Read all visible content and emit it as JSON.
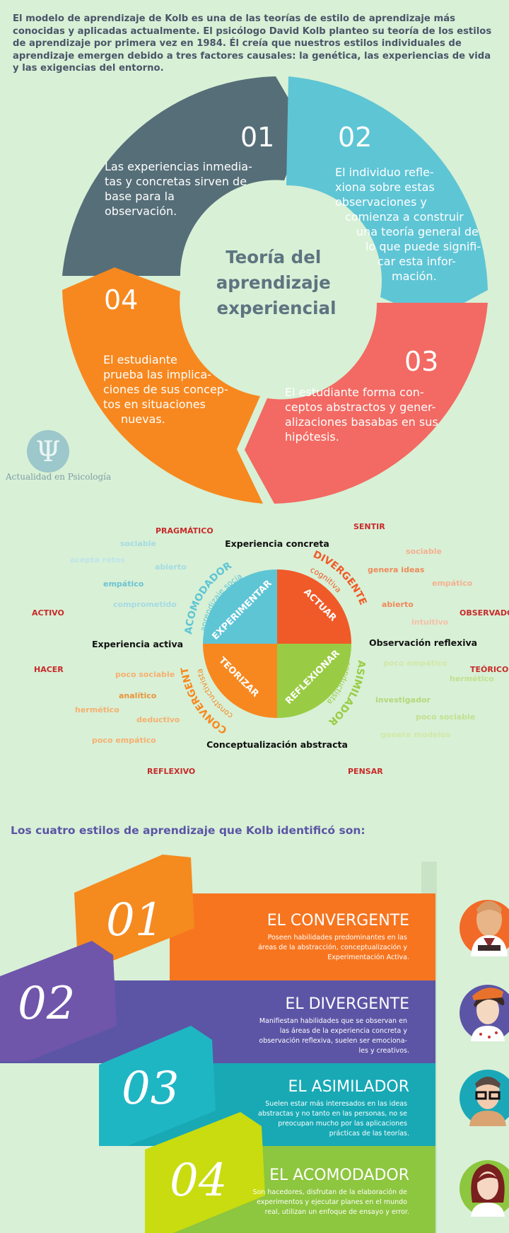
{
  "intro": "El modelo de aprendizaje de Kolb es una de las teorías de estilo de aprendizaje más conocidas y aplicadas actualmente.   El psicólogo David Kolb planteo su teoría de los estilos de aprendizaje por primera vez en 1984.   Él creía que nuestros estilos individuales de aprendizaje emergen debido a tres factores causales: la genética, las experiencias de vida y las exigencias del entorno.",
  "cycle": {
    "center_lines": [
      "Teoría del",
      "aprendizaje",
      "experiencial"
    ],
    "segments": [
      {
        "num": "01",
        "color": "#566e78",
        "lines": [
          "Las experiencias inmedia-",
          "tas y concretas sirven de",
          "base para la",
          "observación."
        ]
      },
      {
        "num": "02",
        "color": "#5ec5d5",
        "lines": [
          "El individuo refle-",
          "xiona sobre estas",
          "observaciones y",
          "comienza a construir",
          "una teoría general de",
          "lo que puede signifi-",
          "car esta infor-",
          "mación."
        ]
      },
      {
        "num": "03",
        "color": "#f26a63",
        "lines": [
          "El estudiante forma con-",
          "ceptos abstractos y gener-",
          "alizaciones basabas en sus",
          "hipótesis."
        ]
      },
      {
        "num": "04",
        "color": "#f7881f",
        "lines": [
          "El estudiante",
          "prueba las implica-",
          "ciones de sus concep-",
          "tos en situaciones",
          "nuevas."
        ]
      }
    ]
  },
  "logo": {
    "text": "Actualidad en Psicología"
  },
  "quadrant": {
    "axes": {
      "top": "Experiencia concreta",
      "right": "Observación reflexiva",
      "bottom": "Conceptualización abstracta",
      "left": "Experiencia activa"
    },
    "quadrants": [
      {
        "label": "EXPERIMENTAR",
        "color": "#5ec5d5"
      },
      {
        "label": "ACTUAR",
        "color": "#f05a28"
      },
      {
        "label": "REFLEXIONAR",
        "color": "#99cc44"
      },
      {
        "label": "TEORIZAR",
        "color": "#f7881f"
      }
    ],
    "styles": [
      {
        "name": "ACOMODADOR",
        "sub": "aprendizaje social",
        "color": "#5ec5d5"
      },
      {
        "name": "DIVERGENTE",
        "sub": "cognitiva",
        "color": "#f05a28"
      },
      {
        "name": "ASIMILADOR",
        "sub": "conductista",
        "color": "#99cc44"
      },
      {
        "name": "CONVERGENTE",
        "sub": "constructivista",
        "color": "#f7881f"
      }
    ],
    "words": {
      "pragmatico": "PRAGMÁTICO",
      "sentir": "SENTIR",
      "activo": "ACTIVO",
      "observador": "OBSERVADOR",
      "hacer": "HACER",
      "teorico": "TEÓRICO",
      "reflexivo": "REFLEXIVO",
      "pensar": "PENSAR",
      "tl": [
        "sociable",
        "acepta retos",
        "abierto",
        "empático",
        "comprometido"
      ],
      "tr": [
        "sociable",
        "genera ideas",
        "empático",
        "abierto",
        "intuitivo"
      ],
      "bl": [
        "poco sociable",
        "analítico",
        "hermético",
        "deductivo",
        "poco empático"
      ],
      "br": [
        "poco empático",
        "hermético",
        "investigador",
        "poco sociable",
        "genera modelos"
      ]
    }
  },
  "styles_title": "Los cuatro estilos de aprendizaje que Kolb identificó son:",
  "styles": [
    {
      "num": "01",
      "title": "EL CONVERGENTE",
      "desc": [
        "Poseen habilidades predominantes en las",
        "áreas de la abstracción, conceptualización y",
        "Experimentación Activa."
      ],
      "color": "#f7751f",
      "tag": "#f58a1f",
      "avatar": "#f26a28"
    },
    {
      "num": "02",
      "title": "EL DIVERGENTE",
      "desc": [
        "Manifiestan habilidades que se observan en",
        "las áreas de la experiencia concreta y",
        "observación reflexiva, suelen ser emociona-",
        "les y creativos."
      ],
      "color": "#5c55a6",
      "tag": "#6f56ab",
      "avatar": "#5c55a6"
    },
    {
      "num": "03",
      "title": "EL ASIMILADOR",
      "desc": [
        "Suelen estar más interesados en las ideas",
        "abstractas y no tanto en las personas, no se",
        "preocupan mucho por las aplicaciones",
        "prácticas de las teorías."
      ],
      "color": "#18a9b5",
      "tag": "#1fb6c4",
      "avatar": "#1aa8b8"
    },
    {
      "num": "04",
      "title": "EL ACOMODADOR",
      "desc": [
        "Son hacedores, disfrutan de la elaboración de",
        "experimentos y ejecutar planes en el mundo",
        "real, utilizan un enfoque de ensayo y error."
      ],
      "color": "#8dc63f",
      "tag": "#c8dc10",
      "avatar": "#8dc63f"
    }
  ]
}
